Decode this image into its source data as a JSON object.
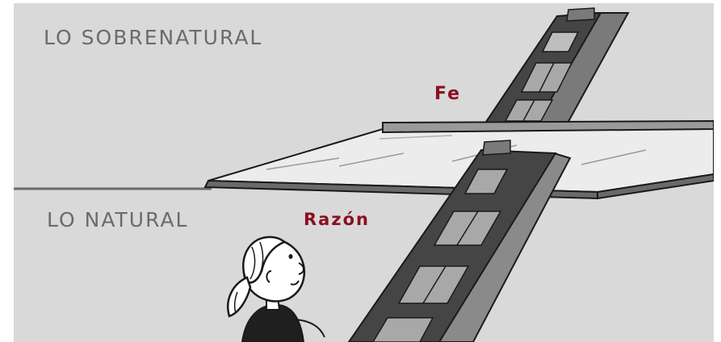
{
  "scene": {
    "upper_region_label": "LO SOBRENATURAL",
    "lower_region_label": "LO NATURAL",
    "upper_ladder_label": "Fe",
    "lower_ladder_label": "Razón"
  },
  "colors": {
    "background": "#d9d9d9",
    "frame_white": "#ffffff",
    "caption_gray": "#6b6b6b",
    "accent_red": "#8a1020",
    "ladder_dark": "#454545",
    "ladder_mid": "#7a7a7a",
    "platform_light": "#ececec",
    "ink": "#1a1a1a"
  }
}
